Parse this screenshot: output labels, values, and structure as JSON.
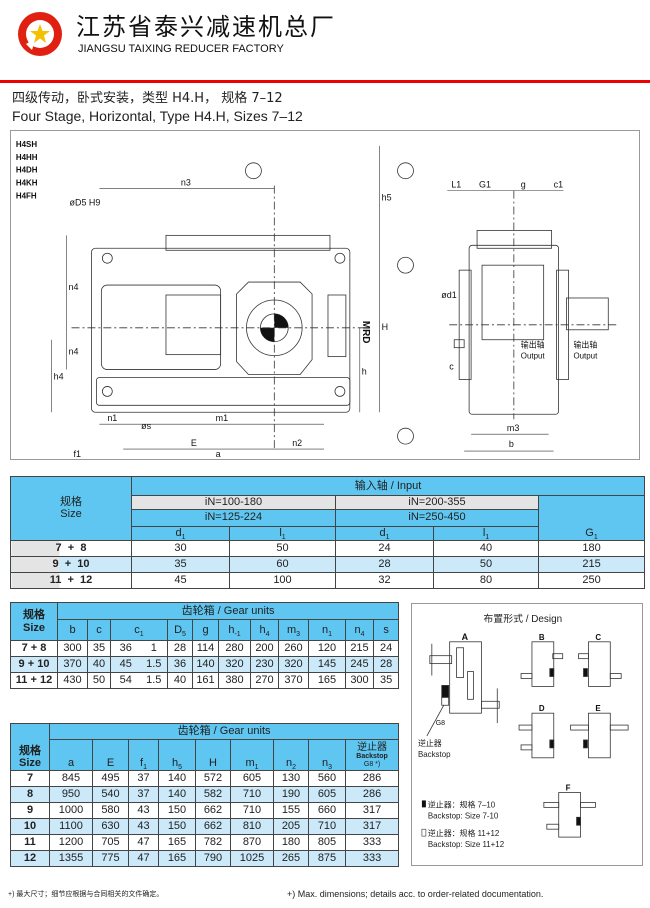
{
  "header": {
    "title_cn": "江苏省泰兴减速机总厂",
    "title_en": "JIANGSU TAIXING REDUCER FACTORY",
    "brand_color": "#e02010"
  },
  "subtitle": {
    "cn": "四级传动，卧式安装，类型 H4.H， 规格 7–12",
    "en": "Four Stage, Horizontal, Type H4.H, Sizes 7–12"
  },
  "drawing": {
    "models": [
      "H4SH",
      "H4HH",
      "H4DH",
      "H4KH",
      "H4FH"
    ],
    "labels": {
      "n3": "n3",
      "D5": "øD5 H9",
      "n4a": "n4",
      "n4b": "n4",
      "h4": "h4",
      "s": "øs",
      "n1": "n1",
      "m1": "m1",
      "E": "E",
      "n2": "n2",
      "f1": "f1",
      "a": "a",
      "h5": "h5",
      "H": "H",
      "h": "h",
      "L1": "L1",
      "G1": "G1",
      "g": "g",
      "c1": "c1",
      "d1": "ød1",
      "l1": "l1",
      "c": "c",
      "m3": "m3",
      "b": "b",
      "mrd": "MRD",
      "output_cn": "输出轴",
      "output_en": "Output",
      "output2_cn": "输出轴",
      "output2_en": "Output"
    }
  },
  "input_table": {
    "size_label_cn": "规格",
    "size_label_en": "Size",
    "group_header": "输入轴 / Input",
    "ratio1a": "iN=100-180",
    "ratio1b": "iN=125-224",
    "ratio2a": "iN=200-355",
    "ratio2b": "iN=250-450",
    "columns": [
      "d1",
      "l1",
      "d1",
      "l1",
      "G1"
    ],
    "rows": [
      {
        "size_a": "7",
        "size_b": "8",
        "values": [
          "30",
          "50",
          "24",
          "40",
          "180"
        ]
      },
      {
        "size_a": "9",
        "size_b": "10",
        "values": [
          "35",
          "60",
          "28",
          "50",
          "215"
        ]
      },
      {
        "size_a": "11",
        "size_b": "12",
        "values": [
          "45",
          "100",
          "32",
          "80",
          "250"
        ]
      }
    ]
  },
  "gear_table1": {
    "size_label_cn": "规格",
    "size_label_en": "Size",
    "group_header": "齿轮箱 / Gear units",
    "columns": [
      "b",
      "c",
      "c1",
      "D5",
      "g",
      "h-1",
      "h4",
      "m3",
      "n1",
      "n4",
      "s"
    ],
    "rows": [
      {
        "size": "7 + 8",
        "values": [
          "300",
          "35",
          "36",
          "1",
          "28",
          "114",
          "280",
          "200",
          "260",
          "120",
          "215",
          "24"
        ]
      },
      {
        "size": "9 + 10",
        "values": [
          "370",
          "40",
          "45",
          "1.5",
          "36",
          "140",
          "320",
          "230",
          "320",
          "145",
          "245",
          "28"
        ]
      },
      {
        "size": "11 + 12",
        "values": [
          "430",
          "50",
          "54",
          "1.5",
          "40",
          "161",
          "380",
          "270",
          "370",
          "165",
          "300",
          "35"
        ]
      }
    ]
  },
  "gear_table2": {
    "size_label_cn": "规格",
    "size_label_en": "Size",
    "group_header": "齿轮箱 / Gear units",
    "columns": [
      "a",
      "E",
      "f1",
      "h5",
      "H",
      "m1",
      "n2",
      "n3"
    ],
    "backstop_cn": "逆止器",
    "backstop_en": "Backstop",
    "backstop_col": "G8 *)",
    "rows": [
      {
        "size": "7",
        "values": [
          "845",
          "495",
          "37",
          "140",
          "572",
          "605",
          "130",
          "560",
          "286"
        ]
      },
      {
        "size": "8",
        "values": [
          "950",
          "540",
          "37",
          "140",
          "582",
          "710",
          "190",
          "605",
          "286"
        ]
      },
      {
        "size": "9",
        "values": [
          "1000",
          "580",
          "43",
          "150",
          "662",
          "710",
          "155",
          "660",
          "317"
        ]
      },
      {
        "size": "10",
        "values": [
          "1100",
          "630",
          "43",
          "150",
          "662",
          "810",
          "205",
          "710",
          "317"
        ]
      },
      {
        "size": "11",
        "values": [
          "1200",
          "705",
          "47",
          "165",
          "782",
          "870",
          "180",
          "805",
          "333"
        ]
      },
      {
        "size": "12",
        "values": [
          "1355",
          "775",
          "47",
          "165",
          "790",
          "1025",
          "265",
          "875",
          "333"
        ]
      }
    ]
  },
  "design": {
    "title": "布置形式 / Design",
    "variants": [
      "A",
      "B",
      "C",
      "D",
      "E",
      "F"
    ],
    "g8": "G8",
    "backstop_cn": "逆止器",
    "backstop_en": "Backstop",
    "legend1_cn": "逆止器：规格  7–10",
    "legend1_en": "Backstop: Size  7-10",
    "legend2_cn": "逆止器：规格  11+12",
    "legend2_en": "Backstop: Size  11+12"
  },
  "footer": {
    "cn": "+) 最大尺寸；细节应根据与合同相关的文件确定。",
    "en": "+) Max. dimensions; details acc. to order-related documentation."
  },
  "colors": {
    "header_blue": "#5ec6f0",
    "row_blue": "#cbe9f9",
    "size_gray": "#e4e4e4",
    "red_line": "#ee0000"
  }
}
